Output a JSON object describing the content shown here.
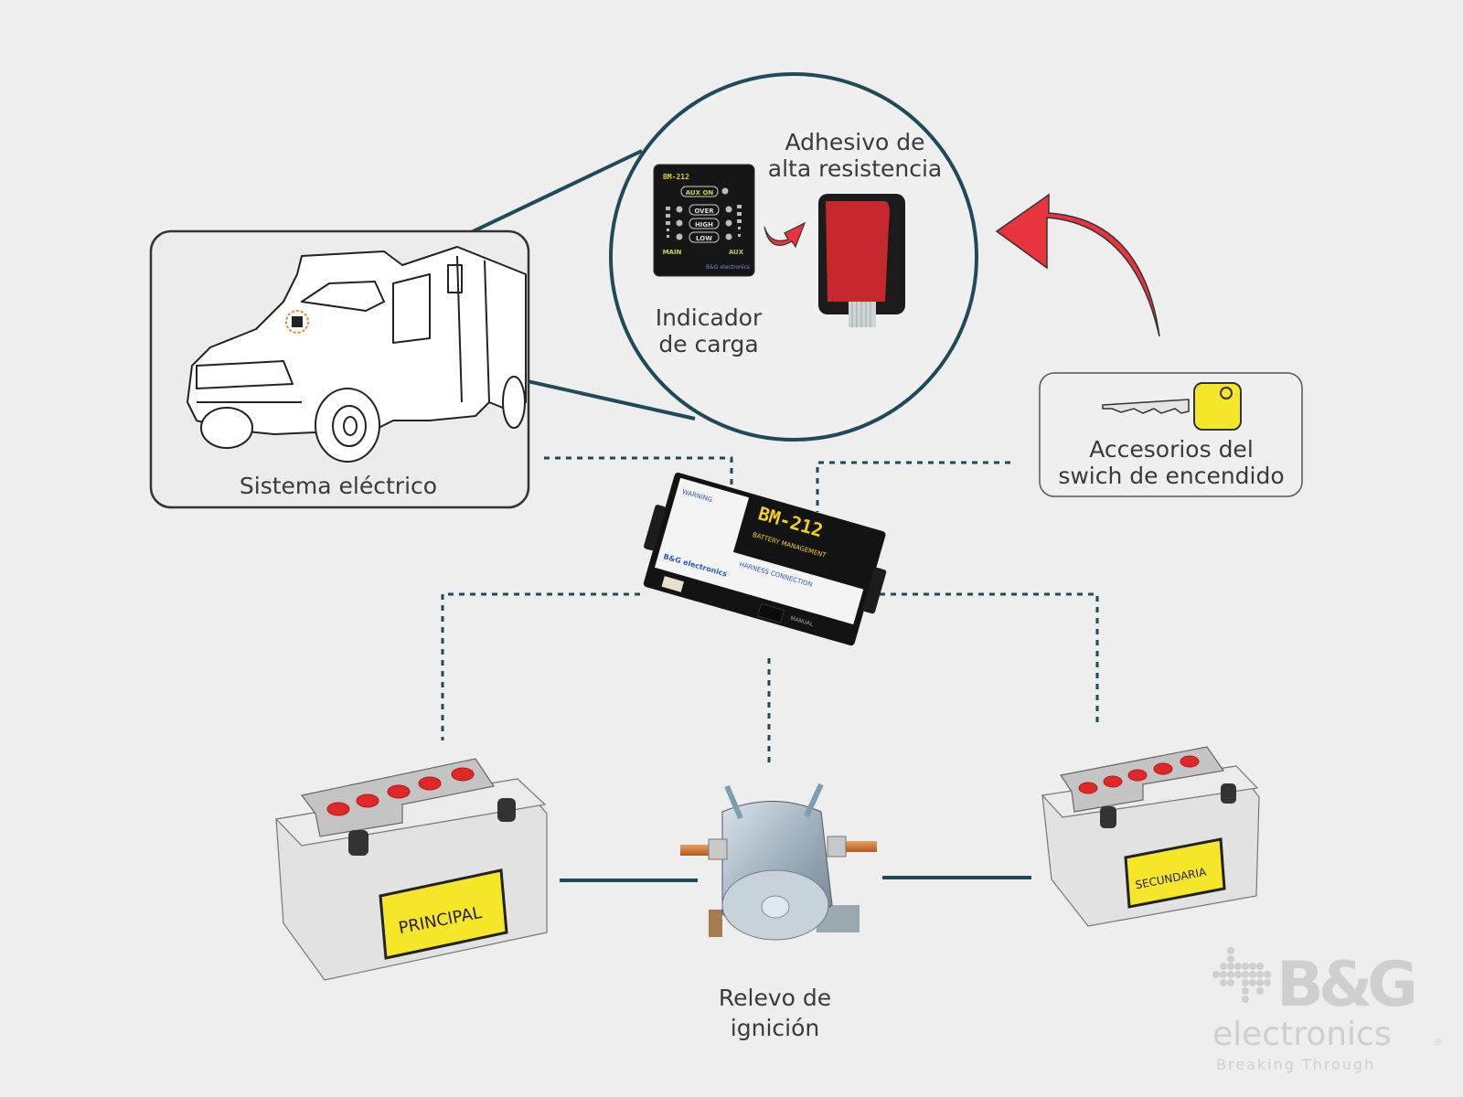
{
  "diagram": {
    "nodes": {
      "vehicle": {
        "label": "Sistema eléctrico",
        "icon": "ambulance-icon"
      },
      "indicator": {
        "label_line1": "Indicador",
        "label_line2": "de carga",
        "model": "BM-212",
        "leds": [
          "AUX ON",
          "OVER",
          "HIGH",
          "LOW"
        ],
        "side_left": "MAIN",
        "side_right": "AUX",
        "brand": "B&G electronics"
      },
      "adhesive": {
        "label_line1": "Adhesivo de",
        "label_line2": "alta resistencia"
      },
      "ignition": {
        "label_line1": "Accesorios del",
        "label_line2": "swich de encendido",
        "icon": "key-icon"
      },
      "controller": {
        "model": "BM-212",
        "subtitle": "BATTERY MANAGEMENT",
        "brand": "B&G electronics",
        "warning": "WARNING",
        "harness": "HARNESS CONNECTION",
        "manual": "MANUAL"
      },
      "battery_main": {
        "tag": "PRINCIPAL"
      },
      "battery_aux": {
        "tag": "SECUNDARIA"
      },
      "relay": {
        "label_line1": "Relevo de",
        "label_line2": "ignición"
      }
    },
    "watermark": {
      "brand": "B&G",
      "sub": "electronics",
      "reg": "®",
      "tagline": "Breaking Through"
    },
    "colors": {
      "line": "#1f4a5a",
      "arrow": "#e8343c",
      "tag": "#f7e72c",
      "background": "#eeeeee"
    }
  }
}
